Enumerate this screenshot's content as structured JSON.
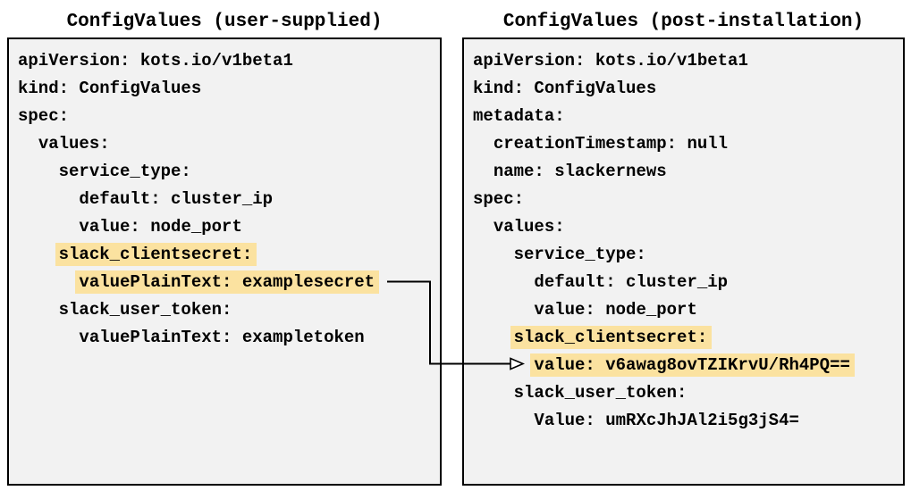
{
  "diagram": {
    "left_panel": {
      "title": "ConfigValues (user-supplied)",
      "lines": [
        {
          "i": 0,
          "hl": false,
          "t": "apiVersion: kots.io/v1beta1"
        },
        {
          "i": 0,
          "hl": false,
          "t": "kind: ConfigValues"
        },
        {
          "i": 0,
          "hl": false,
          "t": "spec:"
        },
        {
          "i": 2,
          "hl": false,
          "t": "values:"
        },
        {
          "i": 4,
          "hl": false,
          "t": "service_type:"
        },
        {
          "i": 6,
          "hl": false,
          "t": "default: cluster_ip"
        },
        {
          "i": 6,
          "hl": false,
          "t": "value: node_port"
        },
        {
          "i": 4,
          "hl": true,
          "t": "slack_clientsecret:"
        },
        {
          "i": 6,
          "hl": true,
          "t": "valuePlainText: examplesecret"
        },
        {
          "i": 4,
          "hl": false,
          "t": "slack_user_token:"
        },
        {
          "i": 6,
          "hl": false,
          "t": "valuePlainText: exampletoken"
        }
      ]
    },
    "right_panel": {
      "title": "ConfigValues (post-installation)",
      "lines": [
        {
          "i": 0,
          "hl": false,
          "t": "apiVersion: kots.io/v1beta1"
        },
        {
          "i": 0,
          "hl": false,
          "t": "kind: ConfigValues"
        },
        {
          "i": 0,
          "hl": false,
          "t": "metadata:"
        },
        {
          "i": 2,
          "hl": false,
          "t": "creationTimestamp: null"
        },
        {
          "i": 2,
          "hl": false,
          "t": "name: slackernews"
        },
        {
          "i": 0,
          "hl": false,
          "t": "spec:"
        },
        {
          "i": 2,
          "hl": false,
          "t": "values:"
        },
        {
          "i": 4,
          "hl": false,
          "t": "service_type:"
        },
        {
          "i": 6,
          "hl": false,
          "t": "default: cluster_ip"
        },
        {
          "i": 6,
          "hl": false,
          "t": "value: node_port"
        },
        {
          "i": 4,
          "hl": true,
          "t": "slack_clientsecret:"
        },
        {
          "i": 6,
          "hl": true,
          "t": "value: v6awag8ovTZIKrvU/Rh4PQ=="
        },
        {
          "i": 4,
          "hl": false,
          "t": "slack_user_token:"
        },
        {
          "i": 6,
          "hl": false,
          "t": "Value: umRXcJhJAl2i5g3jS4="
        }
      ]
    },
    "arrow": {
      "from_text": "valuePlainText: examplesecret",
      "to_text": "value: v6awag8ovTZIKrvU/Rh4PQ=="
    },
    "colors": {
      "highlight": "#fbe2a0",
      "panel_bg": "#f2f2f2",
      "panel_border": "#000000",
      "text": "#000000",
      "arrow": "#000000"
    }
  }
}
